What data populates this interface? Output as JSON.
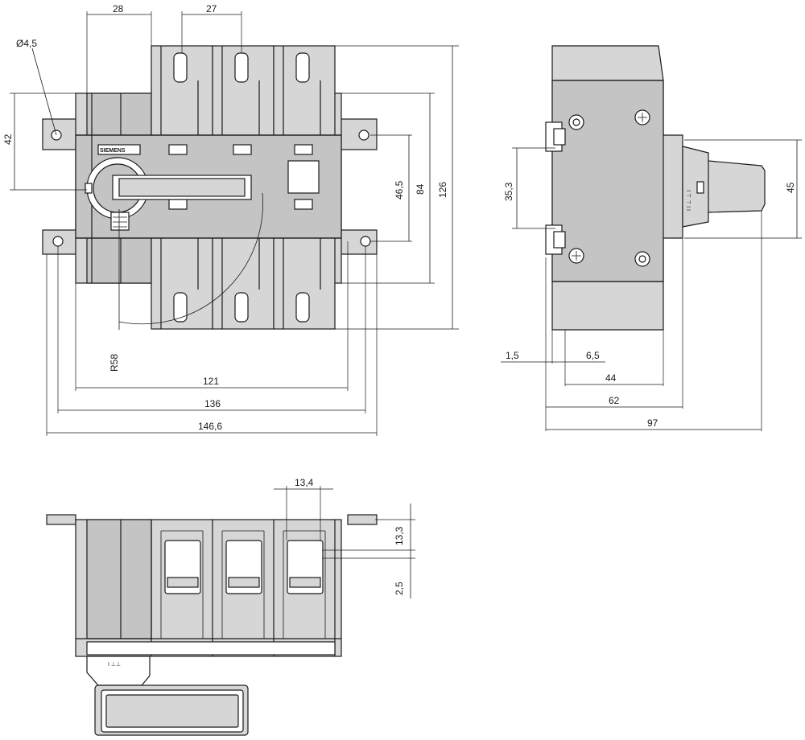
{
  "brand": "SIEMENS",
  "front_view": {
    "dims": {
      "hole_diameter": "Ø4,5",
      "top_width": "28",
      "pole_pitch": "27",
      "left_height": "42",
      "height_46": "46,5",
      "height_84": "84",
      "height_126": "126",
      "radius": "R58",
      "width_121": "121",
      "width_136": "136",
      "width_146": "146,6"
    }
  },
  "side_view": {
    "dims": {
      "h_35": "35,3",
      "h_45": "45",
      "d_1_5": "1,5",
      "d_6_5": "6,5",
      "d_44": "44",
      "d_62": "62",
      "d_97": "97"
    },
    "marking": "I I ⊥ ⊥ I"
  },
  "bottom_view": {
    "dims": {
      "w_13_4": "13,4",
      "h_13_3": "13,3",
      "h_2_5": "2,5"
    },
    "marking": "I ⊥⊥"
  },
  "colors": {
    "body": "#d6d6d6",
    "line": "#1a1a1a",
    "background": "#ffffff"
  }
}
